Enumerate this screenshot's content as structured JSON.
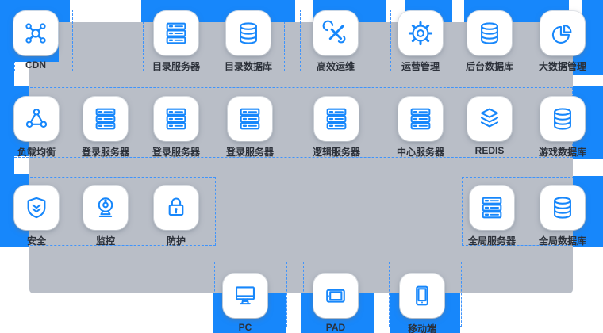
{
  "diagram": {
    "colors": {
      "accent_blue": "#1787fb",
      "panel_gray": "#b9bec7",
      "dashed_border_blue": "#3f94fc",
      "label_text": "#2c313a",
      "card_background": "#ffffff"
    },
    "nodes": [
      {
        "id": "cdn",
        "label": "CDN",
        "icon": "network"
      },
      {
        "id": "dir-server",
        "label": "目录服务器",
        "icon": "server"
      },
      {
        "id": "dir-db",
        "label": "目录数据库",
        "icon": "database"
      },
      {
        "id": "ops",
        "label": "高效运维",
        "icon": "tools"
      },
      {
        "id": "mgmt",
        "label": "运营管理",
        "icon": "gear"
      },
      {
        "id": "backend-db",
        "label": "后台数据库",
        "icon": "database"
      },
      {
        "id": "bigdata",
        "label": "大数据管理",
        "icon": "pie"
      },
      {
        "id": "load-balancer",
        "label": "负载均衡",
        "icon": "loadbalancer"
      },
      {
        "id": "login-server-1",
        "label": "登录服务器",
        "icon": "server"
      },
      {
        "id": "login-server-2",
        "label": "登录服务器",
        "icon": "server"
      },
      {
        "id": "login-server-3",
        "label": "登录服务器",
        "icon": "server"
      },
      {
        "id": "logic-server",
        "label": "逻辑服务器",
        "icon": "server"
      },
      {
        "id": "center-server",
        "label": "中心服务器",
        "icon": "server"
      },
      {
        "id": "redis",
        "label": "REDIS",
        "icon": "layers"
      },
      {
        "id": "game-db",
        "label": "游戏数据库",
        "icon": "database"
      },
      {
        "id": "security",
        "label": "安全",
        "icon": "shield"
      },
      {
        "id": "monitoring",
        "label": "监控",
        "icon": "camera"
      },
      {
        "id": "protection",
        "label": "防护",
        "icon": "lock"
      },
      {
        "id": "global-server",
        "label": "全局服务器",
        "icon": "server"
      },
      {
        "id": "global-db",
        "label": "全局数据库",
        "icon": "database"
      },
      {
        "id": "pc",
        "label": "PC",
        "icon": "monitor"
      },
      {
        "id": "pad",
        "label": "PAD",
        "icon": "tablet"
      },
      {
        "id": "mobile",
        "label": "移动端",
        "icon": "phone"
      }
    ]
  }
}
